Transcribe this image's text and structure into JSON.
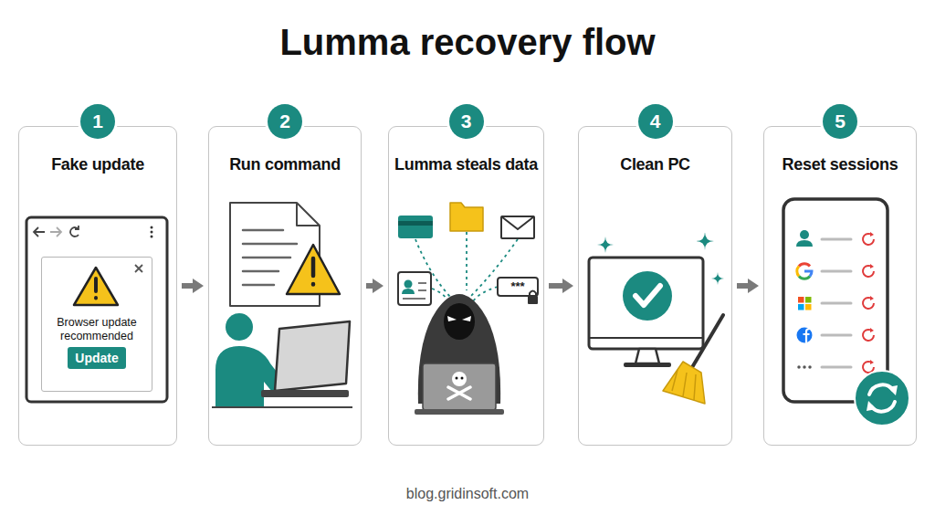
{
  "diagram": {
    "title": "Lumma recovery flow",
    "nodes": [
      {
        "text": [
          "Fake update"
        ]
      },
      {
        "text": [
          "1"
        ],
        "in": 0
      },
      {
        "text": [
          "Browser update recommended"
        ],
        "in": 0
      },
      {
        "text": [
          "Update"
        ],
        "in": 2
      },
      {
        "text": [
          "Run command"
        ]
      },
      {
        "text": [
          "2"
        ],
        "in": 4
      },
      {
        "text": [
          "Lumma steals data"
        ]
      },
      {
        "text": [
          "3"
        ],
        "in": 6
      },
      {
        "text": [
          "Clean PC"
        ]
      },
      {
        "text": [
          "4"
        ],
        "in": 8
      },
      {
        "text": [
          "Reset sessions"
        ]
      },
      {
        "text": [
          "5"
        ],
        "in": 10
      }
    ],
    "edges": [
      {
        "from": 0,
        "to": 4,
        "arrow": "to"
      },
      {
        "from": 4,
        "to": 6,
        "arrow": "to"
      },
      {
        "from": 6,
        "to": 8,
        "arrow": "to"
      },
      {
        "from": 8,
        "to": 10,
        "arrow": "to"
      }
    ],
    "labels": [
      "***",
      "blog.gridinsoft.com"
    ]
  }
}
